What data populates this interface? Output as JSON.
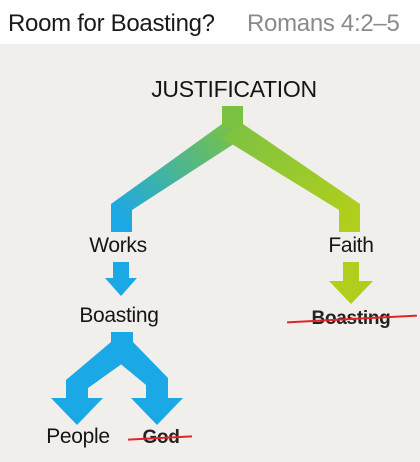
{
  "header": {
    "title": "Room for Boasting?",
    "reference": "Romans 4:2–5"
  },
  "diagram": {
    "root": "JUSTIFICATION",
    "left_branch": "Works",
    "left_result": "Boasting",
    "left_leaf_1": "People",
    "left_leaf_2": "God",
    "right_branch": "Faith",
    "right_result": "Boasting"
  },
  "colors": {
    "blue": "#1aa8e6",
    "green": "#a9cc1e",
    "root_green": "#7cc242",
    "strike_red": "#e0252a",
    "background": "#f1efeb"
  }
}
